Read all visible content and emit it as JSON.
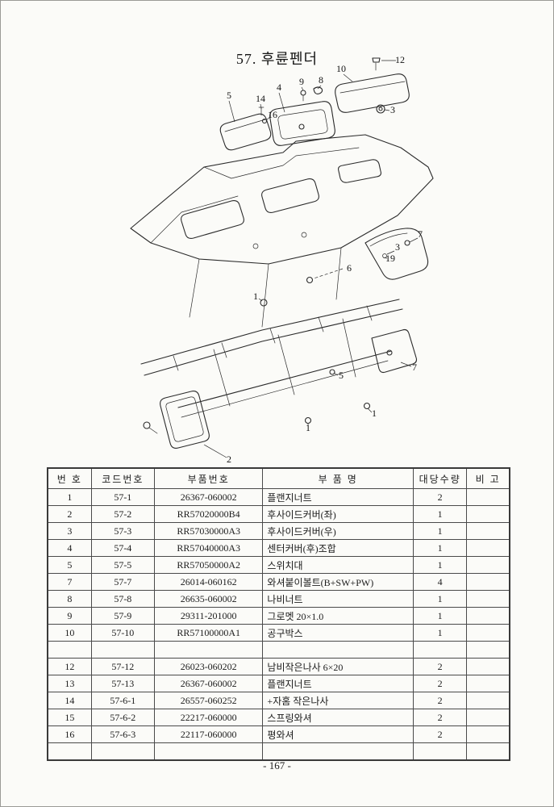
{
  "title": "57. 후륜펜더",
  "diagram": {
    "callouts": [
      "12",
      "10",
      "9",
      "8",
      "5",
      "14",
      "4",
      "16",
      "3",
      "7",
      "3",
      "19",
      "6",
      "1",
      "7",
      "5",
      "1",
      "1",
      "2"
    ]
  },
  "table": {
    "headers": [
      "번 호",
      "코드번호",
      "부품번호",
      "부 품 명",
      "대당수량",
      "비 고"
    ],
    "rows": [
      [
        "1",
        "57-1",
        "26367-060002",
        "플랜지너트",
        "2",
        ""
      ],
      [
        "2",
        "57-2",
        "RR57020000B4",
        "후사이드커버(좌)",
        "1",
        ""
      ],
      [
        "3",
        "57-3",
        "RR57030000A3",
        "후사이드커버(우)",
        "1",
        ""
      ],
      [
        "4",
        "57-4",
        "RR57040000A3",
        "센터커버(후)조합",
        "1",
        ""
      ],
      [
        "5",
        "57-5",
        "RR57050000A2",
        "스위치대",
        "1",
        ""
      ],
      [
        "7",
        "57-7",
        "26014-060162",
        "와셔붙이볼트(B+SW+PW)",
        "4",
        ""
      ],
      [
        "8",
        "57-8",
        "26635-060002",
        "나비너트",
        "1",
        ""
      ],
      [
        "9",
        "57-9",
        "29311-201000",
        "그로멧 20×1.0",
        "1",
        ""
      ],
      [
        "10",
        "57-10",
        "RR57100000A1",
        "공구박스",
        "1",
        ""
      ],
      [
        "",
        "",
        "",
        "",
        "",
        ""
      ],
      [
        "12",
        "57-12",
        "26023-060202",
        "남비작은나사 6×20",
        "2",
        ""
      ],
      [
        "13",
        "57-13",
        "26367-060002",
        "플랜지너트",
        "2",
        ""
      ],
      [
        "14",
        "57-6-1",
        "26557-060252",
        "+자홈 작은나사",
        "2",
        ""
      ],
      [
        "15",
        "57-6-2",
        "22217-060000",
        "스프링와셔",
        "2",
        ""
      ],
      [
        "16",
        "57-6-3",
        "22117-060000",
        "평와셔",
        "2",
        ""
      ],
      [
        "",
        "",
        "",
        "",
        "",
        ""
      ]
    ]
  },
  "footer": {
    "page_number": "- 167 -"
  }
}
